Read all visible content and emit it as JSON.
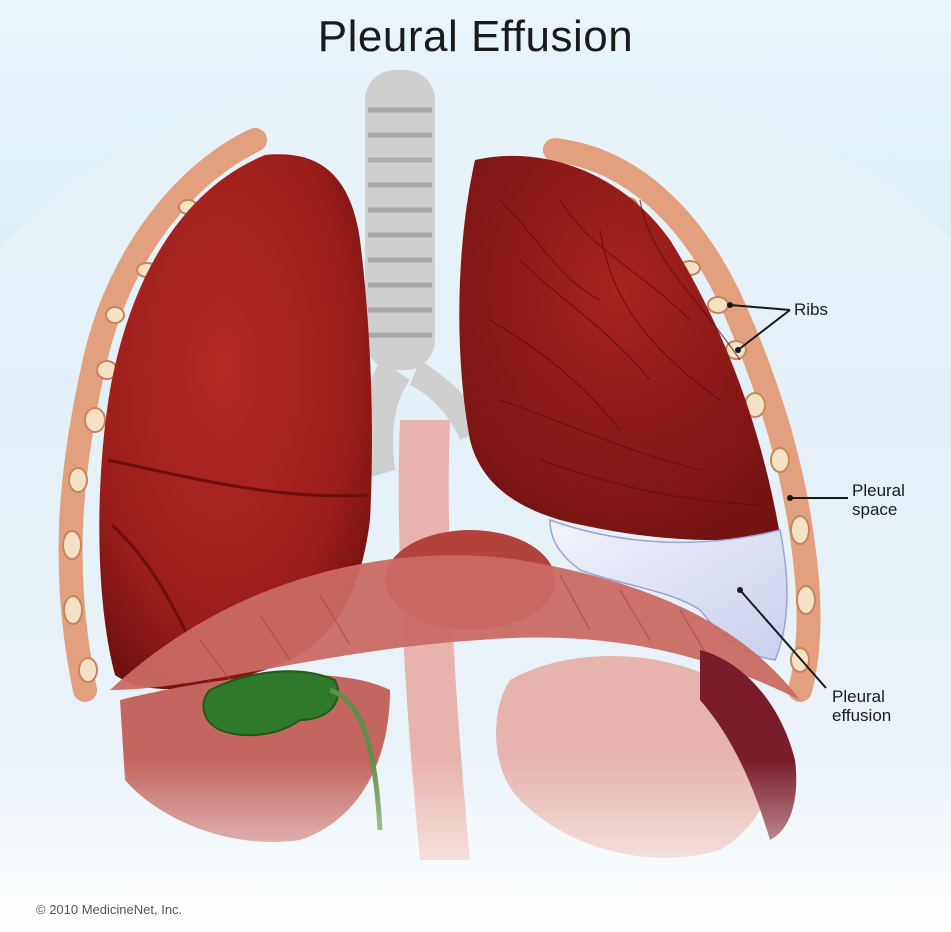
{
  "title": "Pleural Effusion",
  "labels": {
    "ribs": "Ribs",
    "pleural_space": "Pleural\nspace",
    "pleural_effusion": "Pleural\neffusion"
  },
  "copyright": "© 2010 MedicineNet, Inc.",
  "colors": {
    "background_sky": "#cfe6f3",
    "lung": "#9e1c1c",
    "lung_dark": "#6e1010",
    "rib": "#e3a07e",
    "rib_joint": "#f0e0c0",
    "trachea": "#c9c9c9",
    "effusion": "#e4e8f6",
    "gallbladder": "#2f7a2a",
    "diaphragm": "#c8605a"
  }
}
